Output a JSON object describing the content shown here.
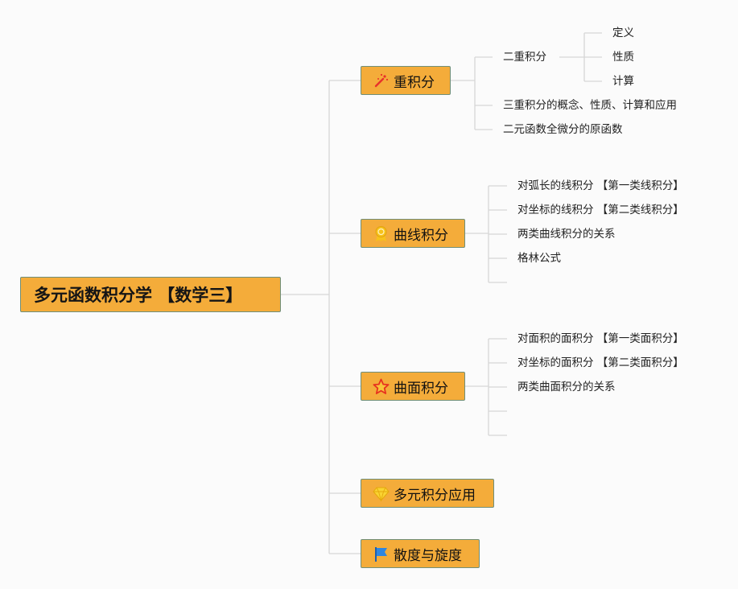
{
  "root": {
    "label": "多元函数积分学 【数学三】"
  },
  "topics": [
    {
      "label": "重积分",
      "icon": "magic-wand-icon",
      "children": [
        {
          "label": "二重积分",
          "children": [
            "定义",
            "性质",
            "计算"
          ]
        },
        {
          "label": "三重积分的概念、性质、计算和应用"
        },
        {
          "label": "二元函数全微分的原函数"
        }
      ]
    },
    {
      "label": "曲线积分",
      "icon": "medal-icon",
      "children": [
        {
          "label": "对弧长的线积分 【第一类线积分】"
        },
        {
          "label": "对坐标的线积分 【第二类线积分】"
        },
        {
          "label": "两类曲线积分的关系"
        },
        {
          "label": "格林公式"
        },
        {
          "label": ""
        }
      ]
    },
    {
      "label": "曲面积分",
      "icon": "star-icon",
      "children": [
        {
          "label": "对面积的面积分 【第一类面积分】"
        },
        {
          "label": "对坐标的面积分 【第二类面积分】"
        },
        {
          "label": "两类曲面积分的关系"
        },
        {
          "label": ""
        },
        {
          "label": ""
        }
      ]
    },
    {
      "label": "多元积分应用",
      "icon": "diamond-icon",
      "children": []
    },
    {
      "label": "散度与旋度",
      "icon": "flag-icon",
      "children": []
    }
  ],
  "colors": {
    "node_fill": "#f4ac3a",
    "node_border": "#6f8f7a",
    "connector": "#d6d6d6",
    "background": "#fbfbfb"
  }
}
